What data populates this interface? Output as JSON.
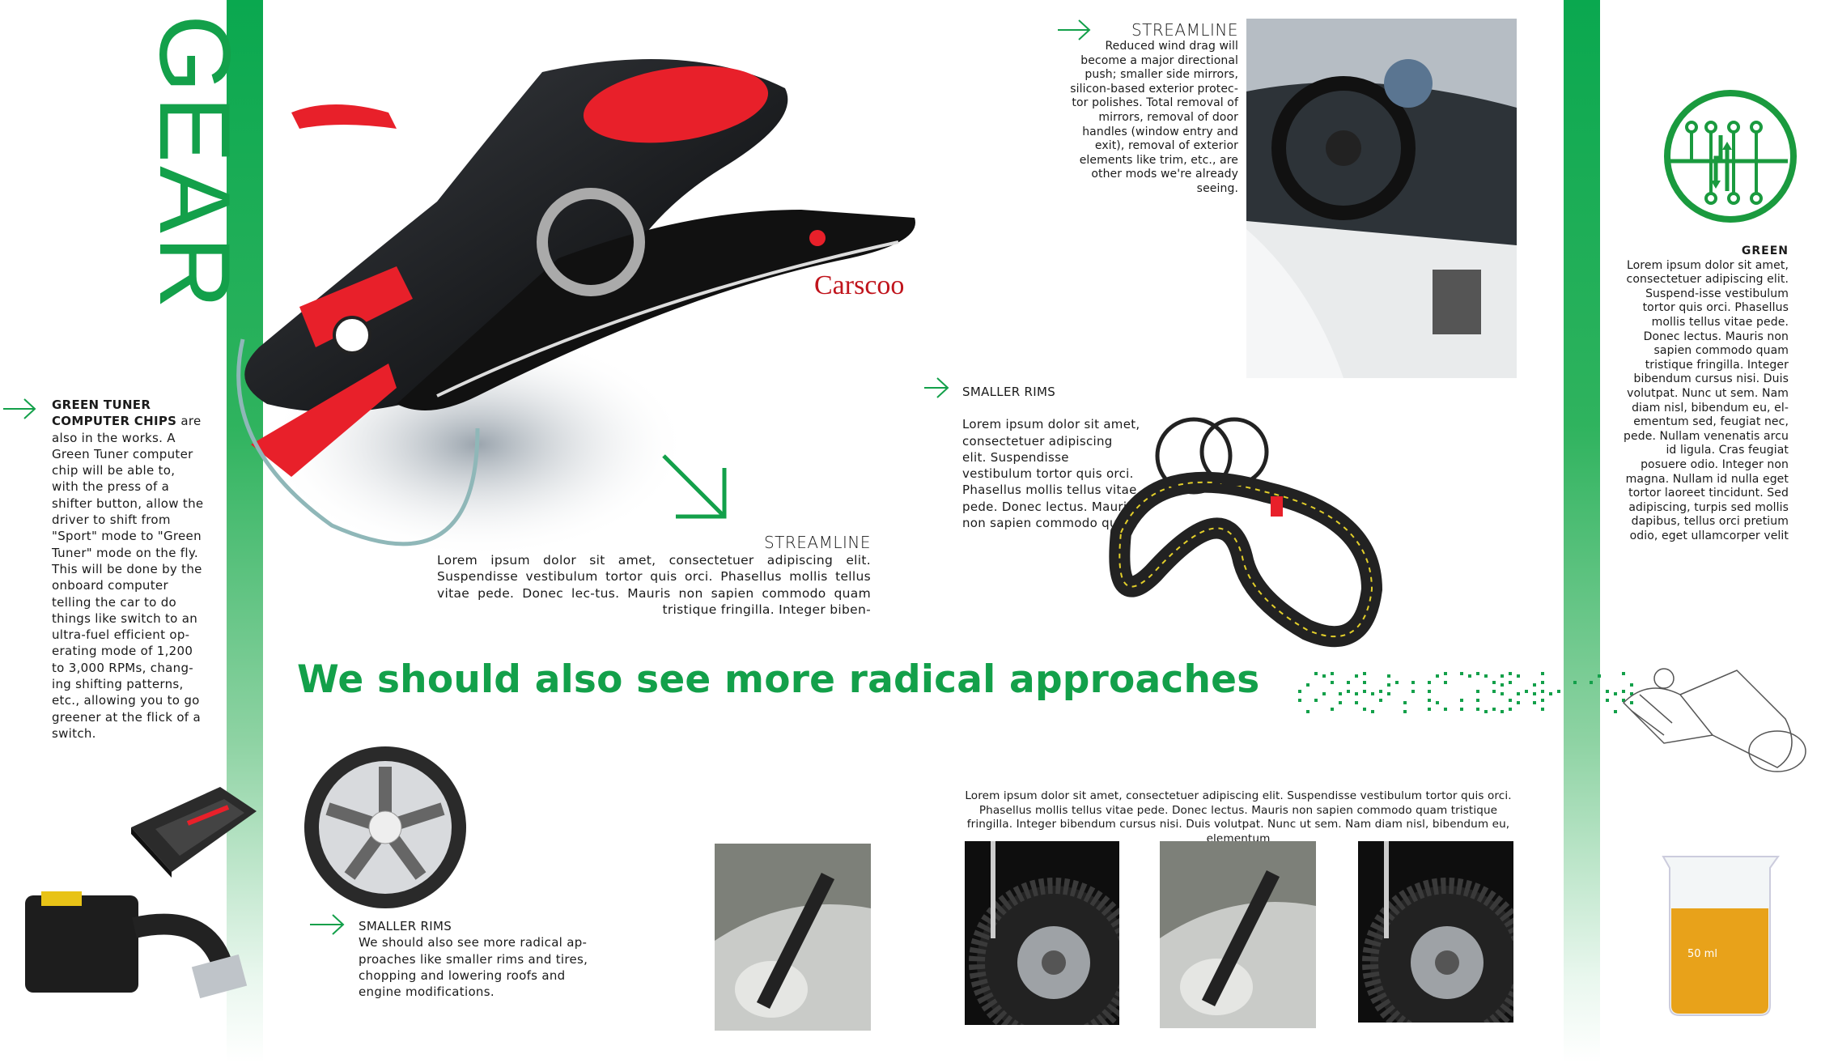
{
  "colors": {
    "accent_green": "#13a04a",
    "stripe_green": "#0aa84f",
    "sled_red": "#e8202a"
  },
  "section_title": "GEAR",
  "watermark": "Carscoo",
  "left_column": {
    "lead_bold": "GREEN TUNER COMPUTER CHIPS",
    "body": " are also in the works.  A Green Tuner computer chip will be able to, with the press of a shifter button, allow the driver to shift from \"Sport\" mode to \"Green Tuner\" mode on the fly.  This will be done by the onboard computer telling the car to do things like switch to an ultra-fuel efficient op-erating mode of 1,200 to 3,000 RPMs, chang-ing shifting patterns, etc., allowing you to go greener at the flick of a switch."
  },
  "streamline_center": {
    "heading": "STREAMLINE",
    "body": "Lorem ipsum dolor sit amet, consectetuer adipiscing elit. Suspendisse vestibulum tortor quis orci. Phasellus mollis tellus vitae pede. Donec lec-tus. Mauris non sapien commodo quam tristique fringilla. Integer biben-"
  },
  "streamline_top": {
    "heading": "STREAMLINE",
    "body": "Reduced wind drag will become a major directional push; smaller side mirrors, silicon-based exterior protec-tor polishes.  Total removal of mirrors, removal of door handles (window entry and exit), removal of exterior elements like trim, etc., are other mods we're already seeing."
  },
  "smaller_rims_top": {
    "heading": "SMALLER RIMS",
    "body": "Lorem ipsum dolor sit amet, consectetuer adipiscing elit. Suspendisse vestibulum tortor quis orci. Phasellus mollis tellus vitae pede. Donec lectus. Mauris non sapien commodo quam"
  },
  "green_column": {
    "heading": "GREEN",
    "body": "Lorem ipsum dolor sit amet, consectetuer adipiscing elit. Suspend-isse vestibulum tortor quis orci. Phasellus mollis tellus vitae pede. Donec lectus. Mauris non sapien commodo quam tristique fringilla. Integer bibendum cursus nisi. Duis volutpat. Nunc ut sem. Nam diam nisl, bibendum eu, el-ementum sed, feugiat nec, pede. Nullam venenatis arcu id ligula. Cras feugiat posuere odio. Integer non magna. Nullam id nulla eget tortor laoreet tincidunt. Sed adipiscing, turpis sed mollis dapibus, tellus orci pretium odio, eget ullamcorper velit"
  },
  "headline": "We should also see more radical approaches",
  "smaller_rims_bottom": {
    "heading": "SMALLER RIMS",
    "body": "We should also see more radical ap-proaches like smaller rims and tires, chopping and lowering roofs and engine modifications."
  },
  "bottom_caption": "Lorem ipsum dolor sit amet, consectetuer adipiscing elit. Suspendisse vestibulum tortor quis orci. Phasellus mollis tellus vitae pede. Donec lectus. Mauris non sapien commodo quam tristique fringilla. Integer bibendum cursus nisi. Duis volutpat. Nunc ut sem. Nam diam nisl, bibendum eu, elementum",
  "beaker_label": "50 ml"
}
